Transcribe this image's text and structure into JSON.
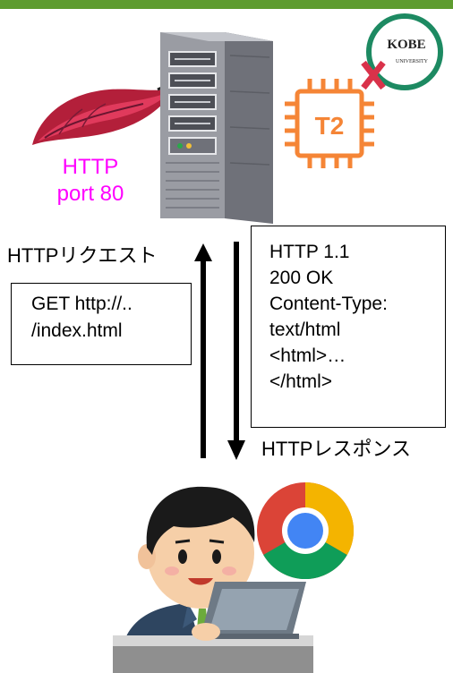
{
  "server": {
    "protocol": "HTTP",
    "port": "port 80",
    "instance_type": "T2",
    "logo_text": "KOBE",
    "logo_subtext": "UNIVERSITY"
  },
  "request": {
    "label": "HTTPリクエスト",
    "lines": [
      "GET http://..",
      "/index.html"
    ]
  },
  "response": {
    "label": "HTTPレスポンス",
    "lines": [
      "HTTP 1.1",
      "200 OK",
      "Content-Type:",
      "text/html",
      "<html>…",
      "</html>"
    ]
  },
  "colors": {
    "accent_bar": "#5e9c2f",
    "http_label": "#ff00ff",
    "chip": "#f58536",
    "chrome_red": "#db4437",
    "chrome_yellow": "#f4b400",
    "chrome_green": "#0f9d58",
    "chrome_blue": "#4285f4"
  }
}
